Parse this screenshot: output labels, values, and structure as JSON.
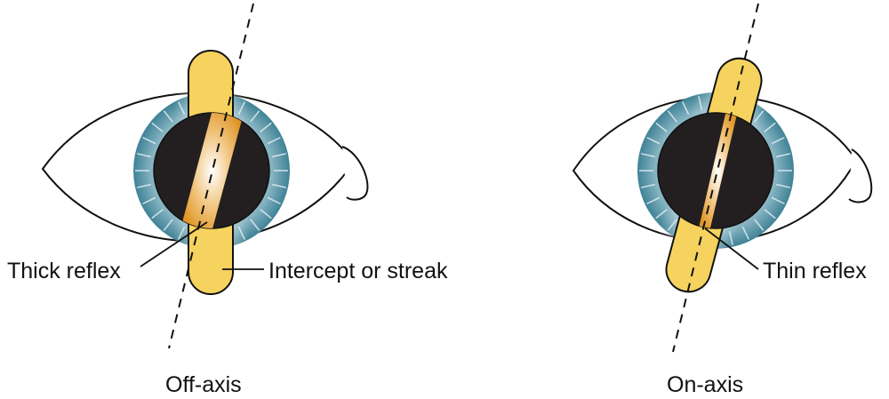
{
  "left_panel": {
    "caption": "Off-axis",
    "label_reflex": "Thick reflex",
    "label_streak": "Intercept or streak"
  },
  "right_panel": {
    "caption": "On-axis",
    "label_reflex": "Thin reflex"
  },
  "colors": {
    "streak": "#f6d35e",
    "reflex": "#e39a24",
    "pupil": "#231f20",
    "iris_dark": "#3f8296",
    "iris_light": "#d8e9ee"
  }
}
